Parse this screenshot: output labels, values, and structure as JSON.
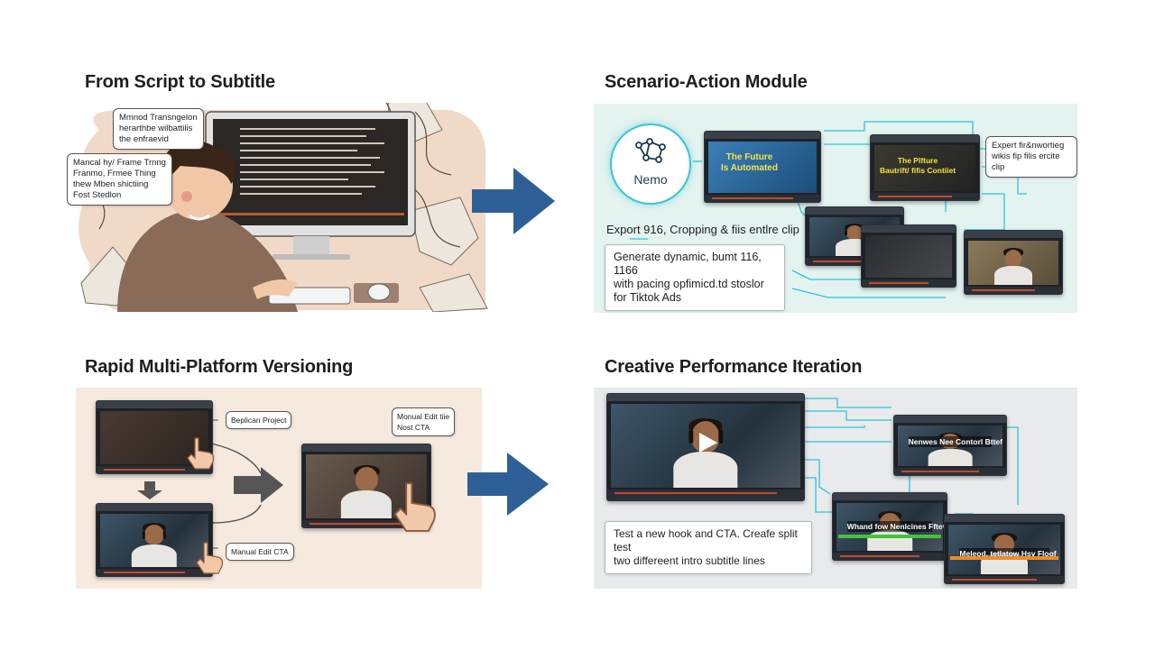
{
  "quadrants": {
    "q1": {
      "title": "From Script to Subtitle",
      "bubble_a": "Mmnod Transngelon\nherarthbe wilbattilis\nthe enfraevid",
      "bubble_b": "Mancal hy/ Frame Trnng\nFranmo, Frmee Thing\nthew Mben shictiing\nFost Stedlon"
    },
    "q2": {
      "title": "Scenario-Action Module",
      "logo_label": "Nemo",
      "screen_a_text": "The Future\nIs Automated",
      "screen_b_text": "The Plfture\nBautrift/ fifis Contiiet",
      "bubble": "Expert fir&nwortieg\nwikis fip filis ercite clip",
      "export_label": "Export 916, Cropping & fiis entlre clip",
      "callout": "Generate dynamic, bumt 116, 1166\nwith pacing opfimicd.td stoslor\nfor Tiktok Ads"
    },
    "q3": {
      "title": "Rapid Multi-Platform Versioning",
      "bubble_a": "Beplican Project",
      "bubble_b": "Monual Edit tiie\nNost CTA",
      "bubble_c": "Manual Edit CTA"
    },
    "q4": {
      "title": "Creative Performance Iteration",
      "caption_a": "Nenwes Nee Contorl Bttef",
      "caption_b": "Whand fow Nenlcines Fftev",
      "caption_c": "Meleod. tetlatow Hsv Floof",
      "callout": "Test a new hook and CTA. Creafe split test\ntwo differeent intro subtitle lines"
    }
  },
  "colors": {
    "arrow_blue": "#2f5f97",
    "q1_bg": "#f1d9c7",
    "q2_bg": "#e3f3ef",
    "q3_bg": "#f6e9de",
    "q4_bg": "#e8eaec",
    "connector_cyan": "#2dc3d8",
    "bar_green": "#44c43a",
    "bar_orange": "#f08a24"
  }
}
